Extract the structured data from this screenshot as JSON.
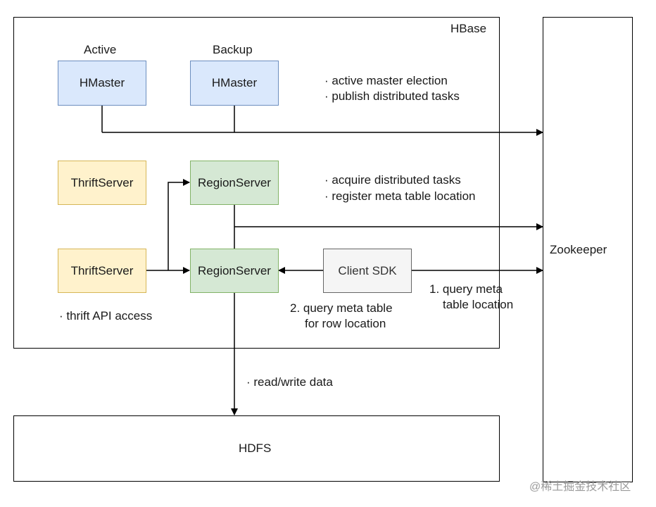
{
  "hbase": {
    "title": "HBase"
  },
  "zookeeper": {
    "label": "Zookeeper"
  },
  "hdfs": {
    "label": "HDFS"
  },
  "masters": {
    "active_caption": "Active",
    "backup_caption": "Backup",
    "active_label": "HMaster",
    "backup_label": "HMaster",
    "notes": [
      "· active master election",
      "· publish distributed tasks"
    ]
  },
  "thrift": {
    "top_label": "ThriftServer",
    "bottom_label": "ThriftServer",
    "note": "· thrift API access"
  },
  "region": {
    "top_label": "RegionServer",
    "bottom_label": "RegionServer",
    "notes": [
      "· acquire distributed tasks",
      "· register meta table location"
    ]
  },
  "client": {
    "label": "Client SDK",
    "query_meta_location": [
      "1. query meta",
      "table location"
    ],
    "query_meta_table": [
      "2. query meta table",
      "for row location"
    ]
  },
  "hdfs_note": "· read/write data",
  "watermark": "@稀土掘金技术社区",
  "colors": {
    "blue_fill": "#dae8fc",
    "blue_stroke": "#6c8ebf",
    "yellow_fill": "#fff2cc",
    "yellow_stroke": "#d6b656",
    "green_fill": "#d5e8d4",
    "green_stroke": "#82b366",
    "grey_fill": "#f5f5f5",
    "grey_stroke": "#666666"
  }
}
